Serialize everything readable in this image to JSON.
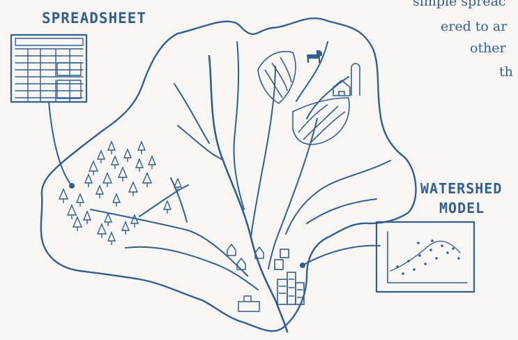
{
  "labels": {
    "spreadsheet": "SPREADSHEET",
    "watershed_line1": "WATERSHED",
    "watershed_line2": "MODEL"
  },
  "cropped_text": {
    "line1": "simple spreac",
    "line2": "ered to ar",
    "line3": "other",
    "line4": "th"
  },
  "colors": {
    "ink": "#2f5f93",
    "paper": "#f7f6f2"
  },
  "icons": [
    "spreadsheet-icon",
    "chart-icon",
    "cow-icon",
    "barn-icon",
    "tree-icon",
    "city-icon",
    "house-icon"
  ]
}
